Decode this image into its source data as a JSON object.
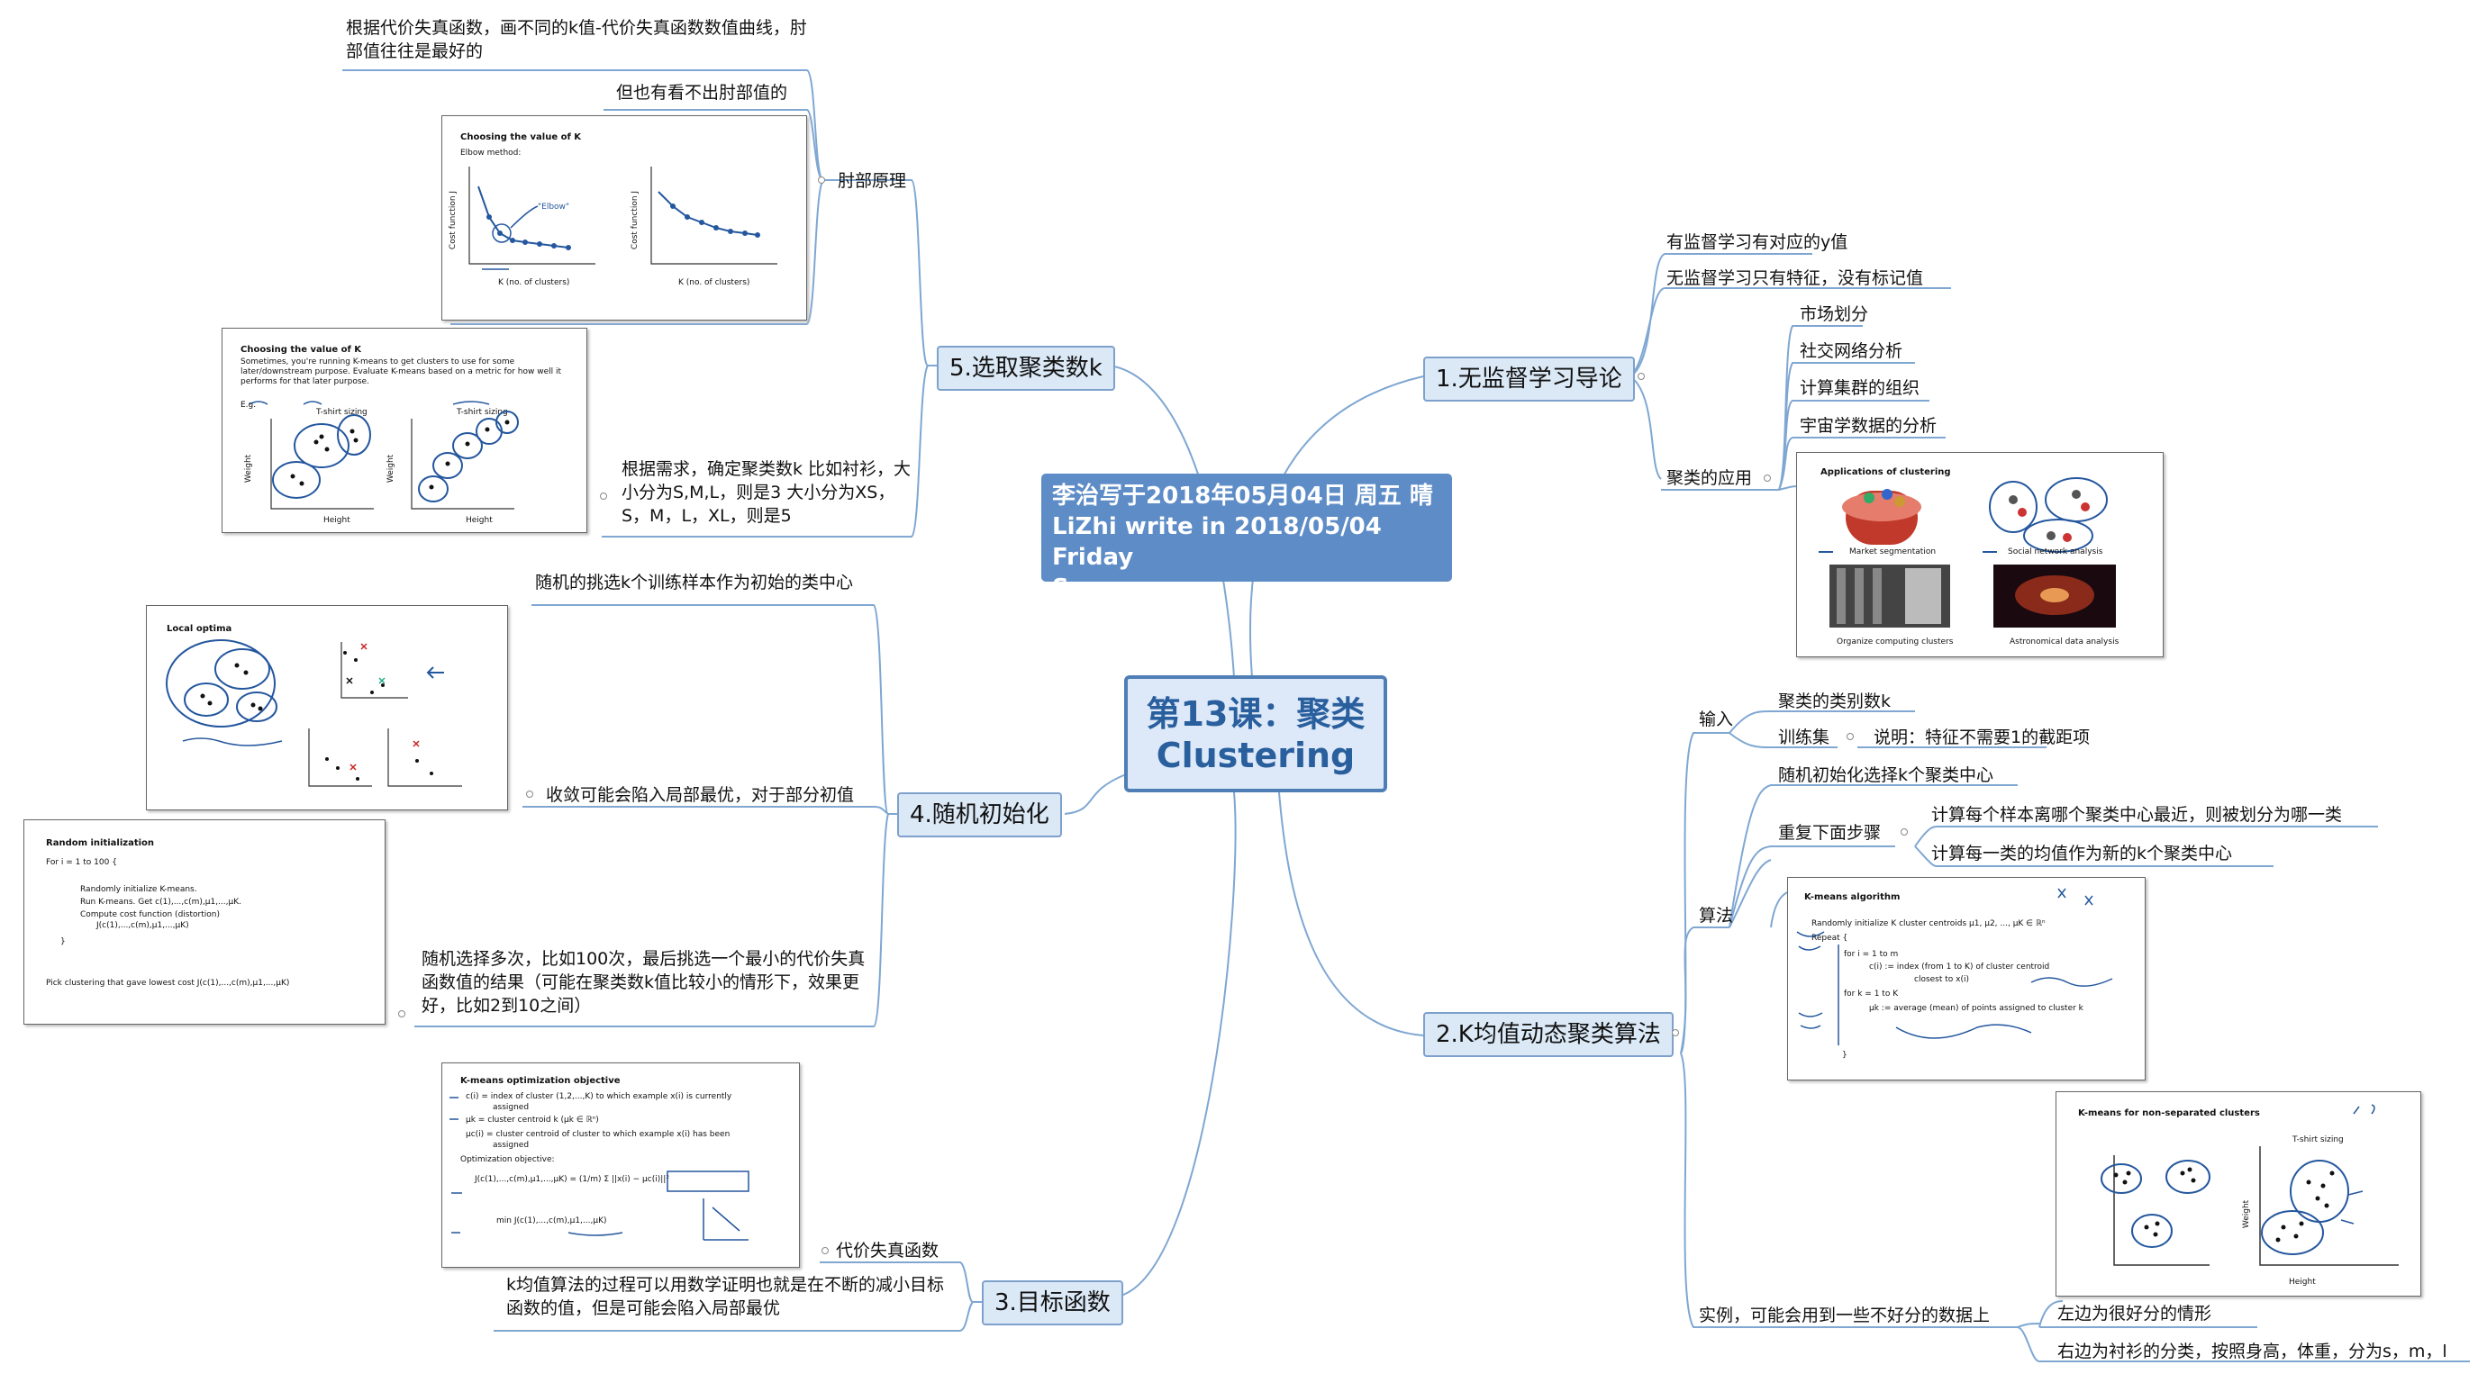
{
  "center": {
    "line1": "第13课：聚类",
    "line2": "Clustering"
  },
  "floating": {
    "line1": "李治写于2018年05月04日 周五  晴",
    "line2": "LiZhi write in 2018/05/04 Friday",
    "line3": "Sunny"
  },
  "b1": {
    "title": "1.无监督学习导论",
    "n1": "有监督学习有对应的y值",
    "n2": "无监督学习只有特征，没有标记值",
    "apps_label": "聚类的应用",
    "apps": [
      "市场划分",
      "社交网络分析",
      "计算集群的组织",
      "宇宙学数据的分析"
    ],
    "img": {
      "title": "Applications of clustering",
      "c1": "Market segmentation",
      "c2": "Social network analysis",
      "c3": "Organize computing clusters",
      "c4": "Astronomical data analysis"
    }
  },
  "b2": {
    "title": "2.K均值动态聚类算法",
    "input_label": "输入",
    "in1": "聚类的类别数k",
    "in2": "训练集",
    "in2_note": "说明：特征不需要1的截距项",
    "algo_label": "算法",
    "a1": "随机初始化选择k个聚类中心",
    "a2": "重复下面步骤",
    "a2_1": "计算每个样本离哪个聚类中心最近，则被划分为哪一类",
    "a2_2": "计算每一类的均值作为新的k个聚类中心",
    "img_algo": {
      "title": "K-means algorithm",
      "l1": "Randomly initialize K cluster centroids μ1, μ2, ..., μK ∈ ℝⁿ",
      "l2": "Repeat {",
      "l3": "for i = 1 to m",
      "l4": "c(i) := index (from 1 to K) of cluster centroid",
      "l5": "closest to x(i)",
      "l6": "for k = 1 to K",
      "l7": "μk := average (mean) of points assigned to cluster k",
      "l8": "}"
    },
    "example_label": "实例，可能会用到一些不好分的数据上",
    "e1": "左边为很好分的情形",
    "e2": "右边为衬衫的分类，按照身高，体重，分为s，m，l",
    "img_ns": {
      "title": "K-means for non-separated clusters",
      "sub": "T-shirt sizing",
      "xl": "Height",
      "yl": "Weight"
    }
  },
  "b3": {
    "title": "3.目标函数",
    "n1": "代价失真函数",
    "n2": "k均值算法的过程可以用数学证明也就是在不断的减小目标函数的值，但是可能会陷入局部最优",
    "img": {
      "title": "K-means optimization objective",
      "l1": "c(i) = index of cluster (1,2,...,K) to which example x(i) is currently",
      "l2": "assigned",
      "l3": "μk = cluster centroid k (μk ∈ ℝⁿ)",
      "l4": "μc(i) = cluster centroid of cluster to which example x(i) has been",
      "l5": "assigned",
      "l6": "Optimization objective:",
      "l7": "J(c(1),...,c(m),μ1,...,μK) = (1/m) Σ ||x(i) − μc(i)||²",
      "l8": "min J(c(1),...,c(m),μ1,...,μK)"
    }
  },
  "b4": {
    "title": "4.随机初始化",
    "n1": "随机的挑选k个训练样本作为初始的类中心",
    "n2": "收敛可能会陷入局部最优，对于部分初值",
    "n3": "随机选择多次，比如100次，最后挑选一个最小的代价失真函数值的结果（可能在聚类数k值比较小的情形下，效果更好，比如2到10之间）",
    "img_lo": {
      "title": "Local optima"
    },
    "img_ri": {
      "title": "Random initialization",
      "l1": "For i = 1 to 100 {",
      "l2": "Randomly initialize K-means.",
      "l3": "Run K-means. Get c(1),...,c(m),μ1,...,μK.",
      "l4": "Compute cost function (distortion)",
      "l5": "J(c(1),...,c(m),μ1,...,μK)",
      "l6": "}",
      "l7": "Pick clustering that gave lowest cost J(c(1),...,c(m),μ1,...,μK)"
    }
  },
  "b5": {
    "title": "5.选取聚类数k",
    "elbow_label": "肘部原理",
    "e1": "根据代价失真函数，画不同的k值-代价失真函数数值曲线，肘部值往往是最好的",
    "e2": "但也有看不出肘部值的",
    "need": "根据需求，确定聚类数k 比如衬衫，大小分为S,M,L，则是3 大小分为XS，S，M，L，XL，则是5",
    "img_elbow": {
      "title": "Choosing the value of K",
      "sub": "Elbow method:",
      "xl": "K (no. of clusters)",
      "yl": "Cost function J",
      "ann": "\"Elbow\""
    },
    "img_need": {
      "title": "Choosing the value of K",
      "p": "Sometimes, you're running K-means to get clusters to use for some later/downstream purpose. Evaluate K-means based on a metric for how well it performs for that later purpose.",
      "eg": "E.g.",
      "sub": "T-shirt sizing",
      "xl": "Height",
      "yl": "Weight"
    }
  }
}
